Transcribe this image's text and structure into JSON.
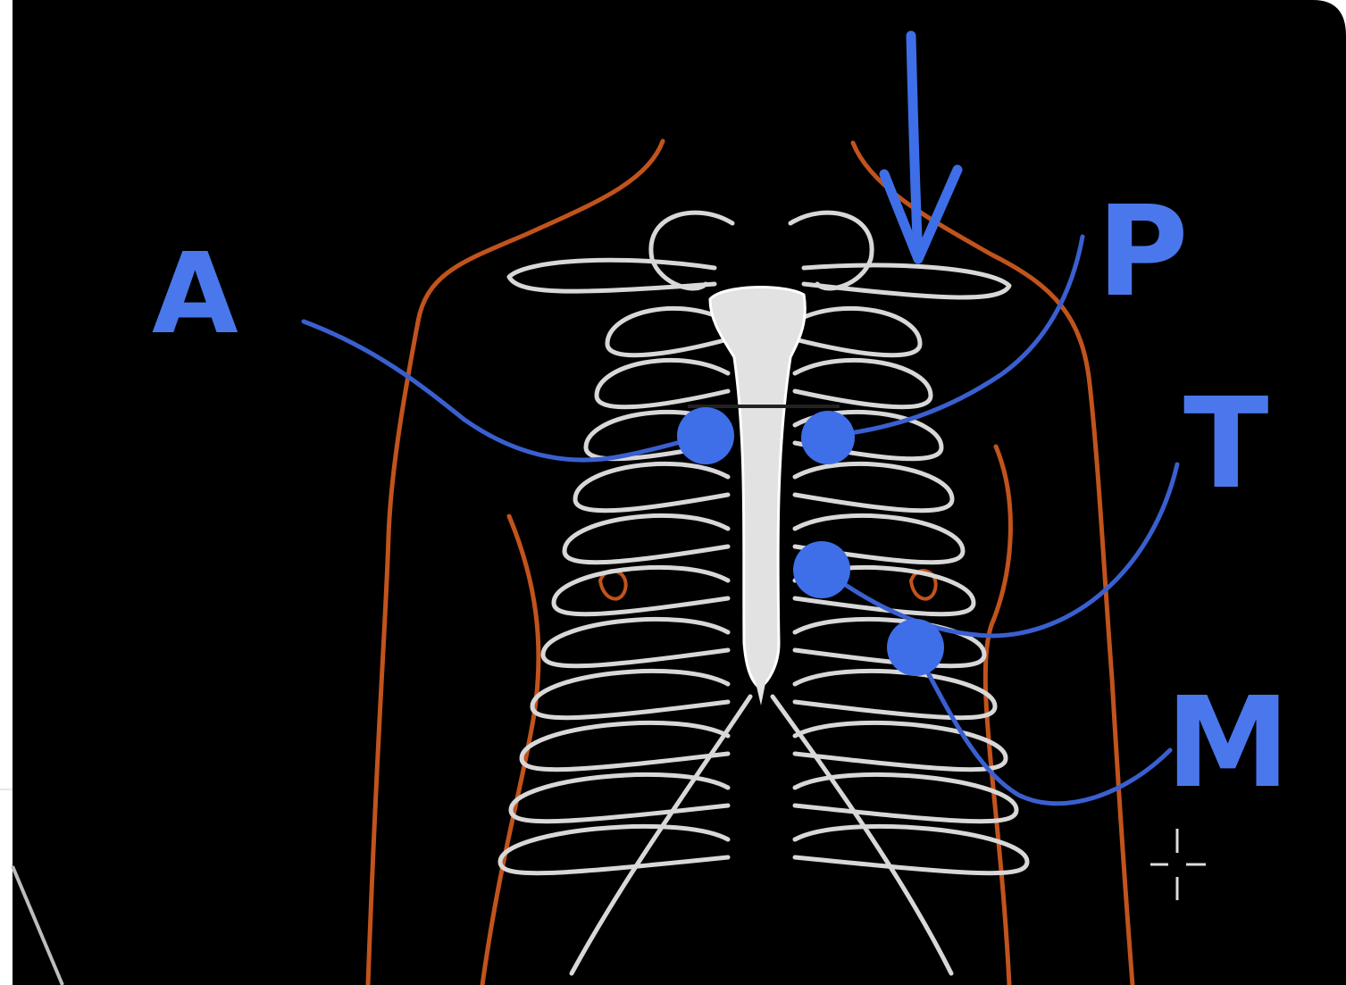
{
  "labels": {
    "aortic": "A",
    "pulmonic": "P",
    "tricuspid": "T",
    "mitral": "M"
  },
  "colors": {
    "background": "#000000",
    "page": "#ffffff",
    "body_outline": "#c1531d",
    "ribs": "#d8d8d8",
    "sternum": "#e2e2e2",
    "marker": "#3e6fe8",
    "marker_line": "#3a5fd0",
    "label": "#4a78ec"
  },
  "icons": {
    "arrow": "down-arrow-icon",
    "cursor": "crosshair-cursor-icon"
  }
}
